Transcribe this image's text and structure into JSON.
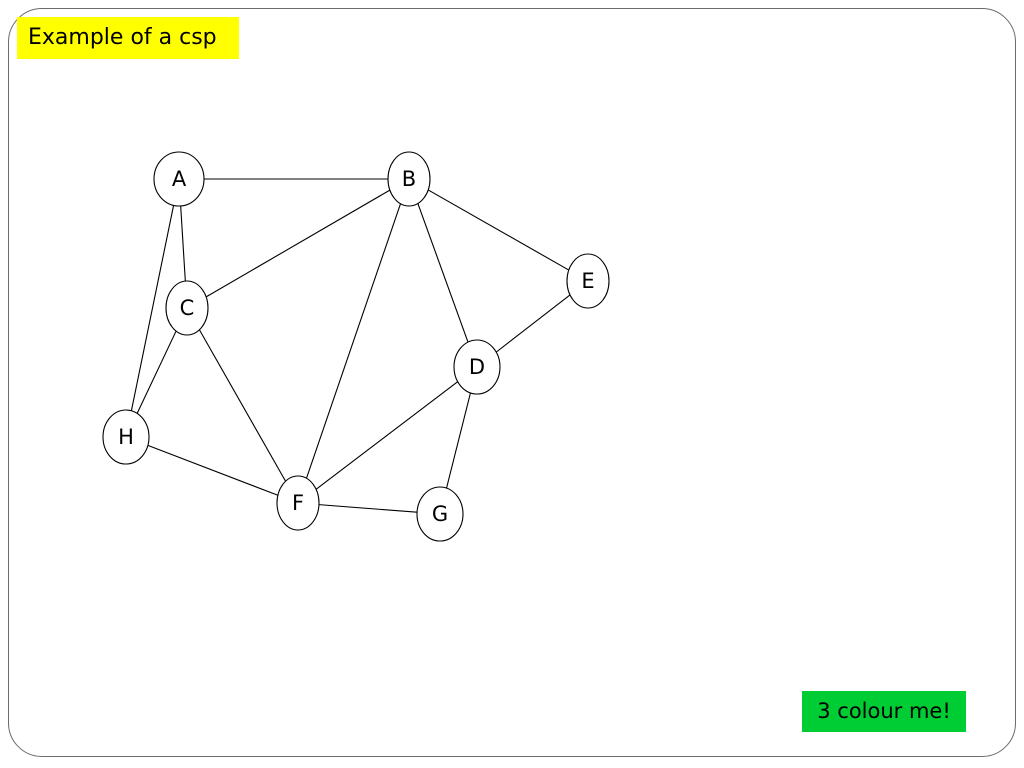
{
  "slide": {
    "title": "Example of a csp",
    "note": "3 colour me!",
    "title_bg": "#ffff00",
    "note_bg": "#00cc33"
  },
  "graph": {
    "nodes": [
      "A",
      "B",
      "C",
      "D",
      "E",
      "F",
      "G",
      "H"
    ],
    "edges": [
      [
        "A",
        "B"
      ],
      [
        "A",
        "C"
      ],
      [
        "A",
        "H"
      ],
      [
        "B",
        "C"
      ],
      [
        "B",
        "E"
      ],
      [
        "B",
        "D"
      ],
      [
        "B",
        "F"
      ],
      [
        "C",
        "H"
      ],
      [
        "C",
        "F"
      ],
      [
        "D",
        "E"
      ],
      [
        "D",
        "F"
      ],
      [
        "D",
        "G"
      ],
      [
        "F",
        "H"
      ],
      [
        "F",
        "G"
      ]
    ]
  }
}
